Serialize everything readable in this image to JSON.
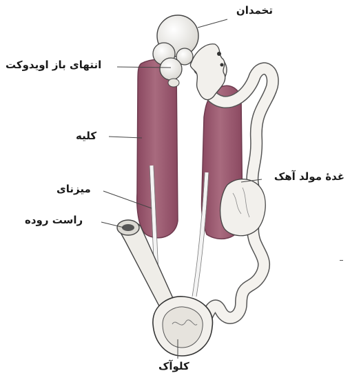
{
  "labels": {
    "ovary": "تخمدان",
    "oviduct_infundibulum": "انتهای باز اویدوکت",
    "kidney": "کلیه",
    "ureter": "میزنای",
    "shell_gland": "غدهٔ مولد آهک",
    "rectum": "راست روده",
    "cloaca": "کلوآک"
  },
  "colors": {
    "kidney": "#9c5a6e",
    "kidney_dark": "#7a3a52",
    "tissue_light": "#f2f0ec",
    "outline": "#444444",
    "label_text": "#1a1a1a"
  }
}
